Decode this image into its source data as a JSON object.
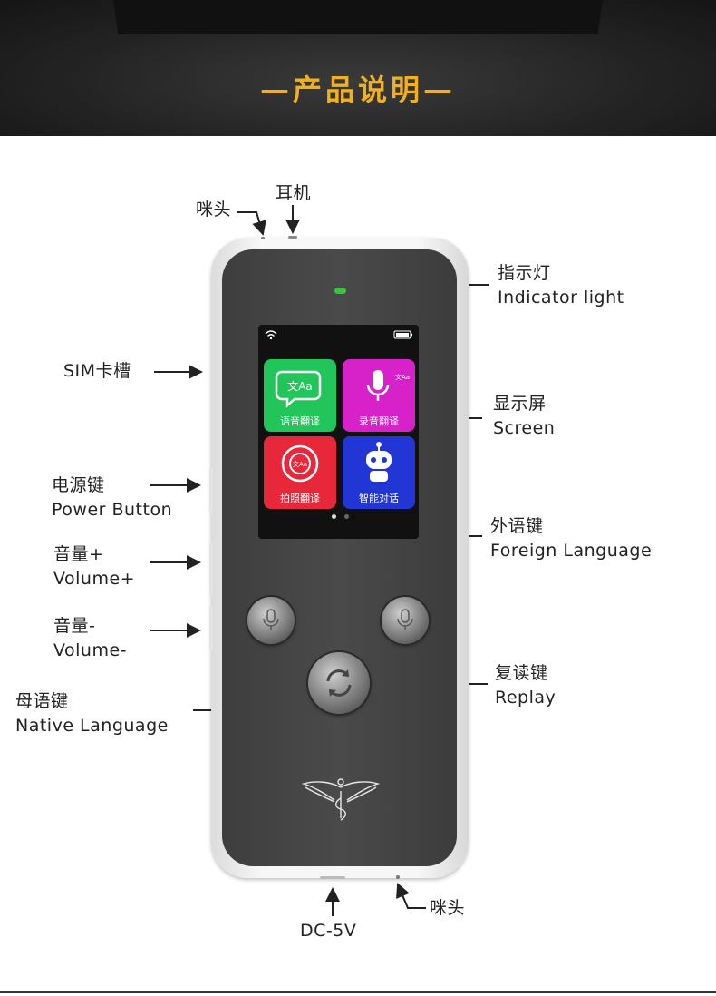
{
  "header": {
    "title": "—产品说明—"
  },
  "labels": {
    "mic_top": "咪头",
    "earphone": "耳机",
    "indicator_cn": "指示灯",
    "indicator_en": "Indicator light",
    "sim": "SIM卡槽",
    "screen_cn": "显示屏",
    "screen_en": "Screen",
    "power_cn": "电源键",
    "power_en": "Power Button",
    "foreign_cn": "外语键",
    "foreign_en": "Foreign Language",
    "volup_cn": "音量+",
    "volup_en": "Volume+",
    "voldown_cn": "音量-",
    "voldown_en": "Volume-",
    "replay_cn": "复读键",
    "replay_en": "Replay",
    "native_cn": "母语键",
    "native_en": "Native Language",
    "mic_bottom": "咪头",
    "dc": "DC-5V"
  },
  "screen_tiles": [
    {
      "label": "语音翻译",
      "color": "#22c55a",
      "icon": "chat-translate-icon"
    },
    {
      "label": "录音翻译",
      "color": "#d622c8",
      "icon": "microphone-icon"
    },
    {
      "label": "拍照翻译",
      "color": "#e8283a",
      "icon": "camera-shutter-icon"
    },
    {
      "label": "智能对话",
      "color": "#2236d6",
      "icon": "robot-icon"
    }
  ],
  "colors": {
    "title": "#f2b01e",
    "led": "#39c43e"
  }
}
